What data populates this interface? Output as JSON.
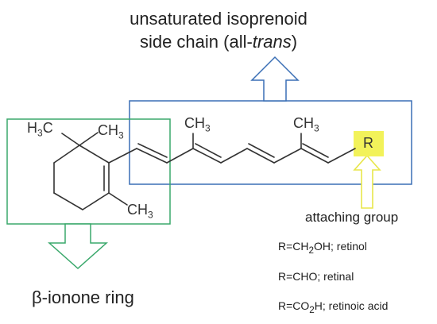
{
  "title": {
    "line1": "unsaturated isoprenoid",
    "line2_prefix": "side chain (all-",
    "line2_italic": "trans",
    "line2_suffix": ")"
  },
  "molecule": {
    "h3c_left_h3": "H",
    "h3c_left_sub": "3",
    "h3c_left_c": "C",
    "ch3_ring_c": "CH",
    "ch3_ring_sub": "3",
    "ch3_chain1_c": "CH",
    "ch3_chain1_sub": "3",
    "ch3_chain2_c": "CH",
    "ch3_chain2_sub": "3",
    "ch3_bottom_c": "CH",
    "ch3_bottom_sub": "3",
    "r_label": "R"
  },
  "attaching_group": "attaching group",
  "definitions": [
    {
      "pre": "R=CH",
      "sub": "2",
      "post": "OH; retinol"
    },
    {
      "pre": "R=CHO; retinal",
      "sub": "",
      "post": ""
    },
    {
      "pre": "R=CO",
      "sub": "2",
      "post": "H; retinoic acid"
    }
  ],
  "ring_label": "β-ionone ring",
  "colors": {
    "ring_box": "#3aa86b",
    "chain_box": "#3a6fb5",
    "attach_arrow": "#e8e64a",
    "highlight": "#f2f25a",
    "bonds": "#333333"
  }
}
